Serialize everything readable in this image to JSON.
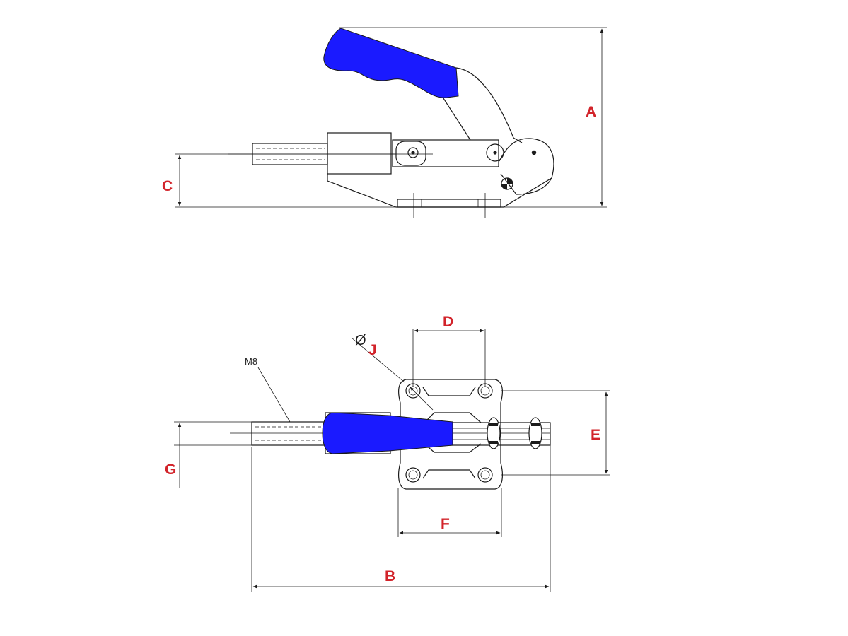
{
  "colors": {
    "dimension_label": "#d2232a",
    "handle": "#1a1aff",
    "line": "#1a1a1a"
  },
  "labels": {
    "A": "A",
    "B": "B",
    "C": "C",
    "D": "D",
    "E": "E",
    "F": "F",
    "G": "G",
    "J": "J",
    "diameter_symbol": "Ø",
    "thread": "M8"
  }
}
